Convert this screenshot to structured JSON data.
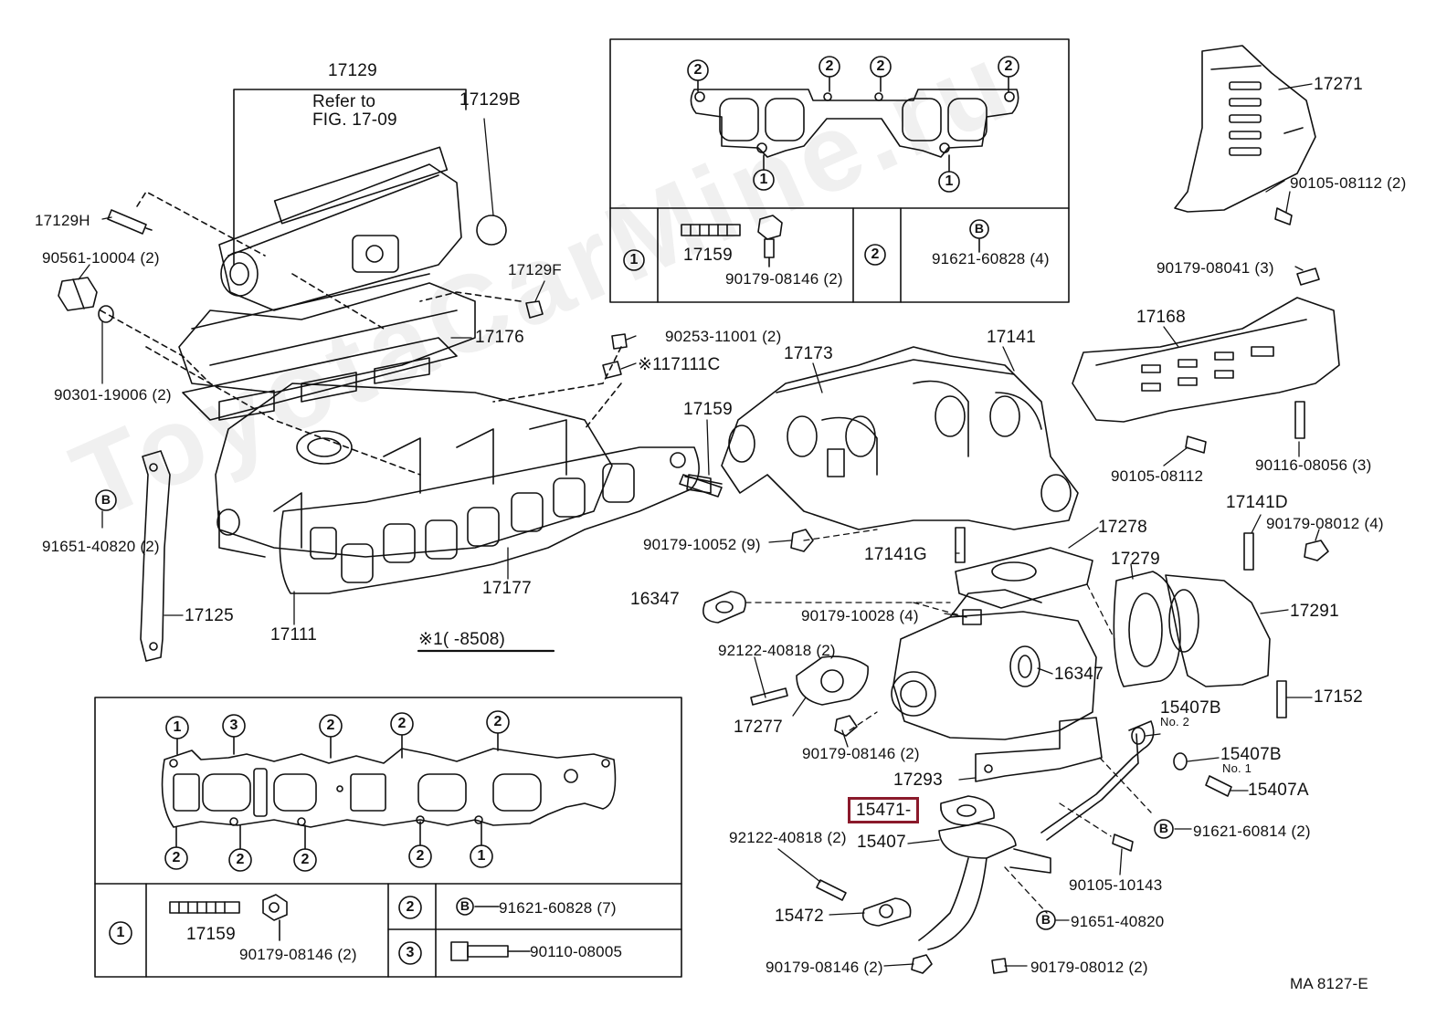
{
  "parts": {
    "p17129": "17129",
    "refer_line1": "Refer to",
    "refer_line2": "FIG. 17-09",
    "p17129B": "17129B",
    "p17129H": "17129H",
    "p90561": "90561-10004 (2)",
    "p17129F": "17129F",
    "p90301": "90301-19006 (2)",
    "p17176": "17176",
    "p90253": "90253-11001 (2)",
    "p17111C": "※117111C",
    "p17173": "17173",
    "p17141": "17141",
    "p17159a": "17159",
    "p91651a": "91651-40820 (2)",
    "p17125": "17125",
    "p17111": "17111",
    "p17177": "17177",
    "p90179_10052": "90179-10052 (9)",
    "p17141G": "17141G",
    "p17278": "17278",
    "p16347a": "16347",
    "p90179_10028": "90179-10028 (4)",
    "p16347b": "16347",
    "note8508": "※1(       -8508)",
    "p92122a": "92122-40818 (2)",
    "p17277": "17277",
    "p90179_08146a": "90179-08146 (2)",
    "p17293": "17293",
    "p15471": "15471-",
    "p15407": "15407",
    "p92122b": "92122-40818 (2)",
    "p15472": "15472",
    "p90179_08146b": "90179-08146 (2)",
    "p90179_08012a": "90179-08012 (2)",
    "p91651b": "91651-40820",
    "p90105_10143": "90105-10143",
    "p91621_60814": "91621-60814 (2)",
    "p15407A": "15407A",
    "p15407B1": "15407B",
    "p15407B1_no": "No. 1",
    "p15407B2": "15407B",
    "p15407B2_no": "No. 2",
    "p17152": "17152",
    "p17291": "17291",
    "p17279": "17279",
    "p17141D": "17141D",
    "p90179_08012b": "90179-08012 (4)",
    "p90105_08112a": "90105-08112",
    "p90116": "90116-08056 (3)",
    "p17168": "17168",
    "p90179_08041": "90179-08041 (3)",
    "p90105_08112b": "90105-08112 (2)",
    "p17271": "17271",
    "box1_17159": "17159",
    "box1_90179": "90179-08146 (2)",
    "box1_91621": "91621-60828 (4)",
    "box2_17159": "17159",
    "box2_90179": "90179-08146 (2)",
    "box2_91621": "91621-60828 (7)",
    "box2_90110": "90110-08005",
    "fig_code": "MA  8127-E"
  },
  "markers": {
    "one": "1",
    "two": "2",
    "three": "3",
    "B": "B"
  },
  "watermark": "ToyotaCarMine.ru",
  "colors": {
    "highlight": "#8b1a2b",
    "ink": "#111111"
  }
}
